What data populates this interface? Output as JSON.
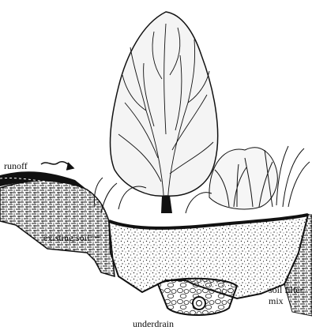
{
  "labels": {
    "runoff": "runoff",
    "existing_soil": "existing soil",
    "soil_filter_mix": "soil filter mix",
    "underdrain": "underdrain"
  },
  "colors": {
    "ink": "#111111",
    "background": "#ffffff"
  }
}
